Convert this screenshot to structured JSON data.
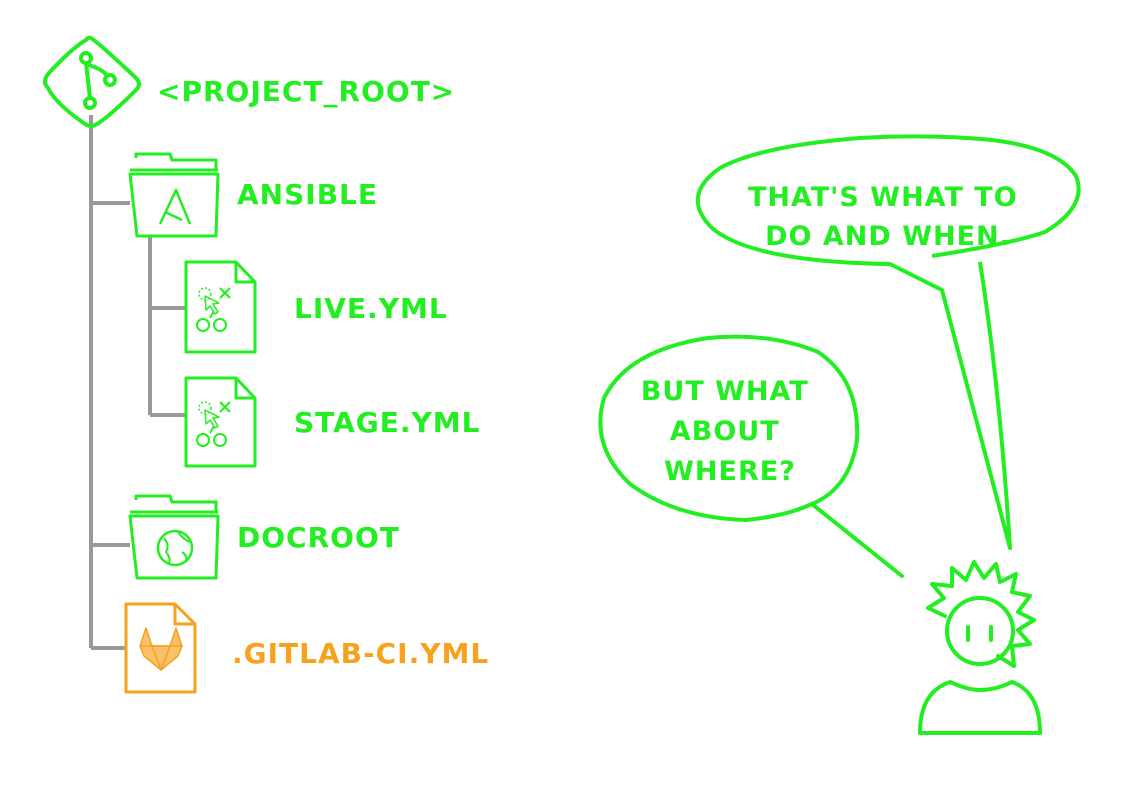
{
  "colors": {
    "green": "#22ee22",
    "orange": "#f7a21e",
    "gray": "#999999",
    "background": "#ffffff"
  },
  "tree": {
    "root": {
      "label": "<PROJECT_ROOT>",
      "icon": "git-icon"
    },
    "items": [
      {
        "label": "ANSIBLE",
        "icon": "ansible-folder-icon"
      },
      {
        "label": "LIVE.YML",
        "icon": "playbook-file-icon"
      },
      {
        "label": "STAGE.YML",
        "icon": "playbook-file-icon"
      },
      {
        "label": "DOCROOT",
        "icon": "globe-folder-icon"
      },
      {
        "label": ".GITLAB-CI.YML",
        "icon": "gitlab-file-icon"
      }
    ]
  },
  "bubbles": {
    "upper": {
      "lines": [
        "THAT'S WHAT TO",
        "DO AND WHEN."
      ]
    },
    "lower": {
      "lines": [
        "BUT WHAT",
        "ABOUT",
        "WHERE?"
      ]
    }
  },
  "character": {
    "icon": "person-icon"
  }
}
